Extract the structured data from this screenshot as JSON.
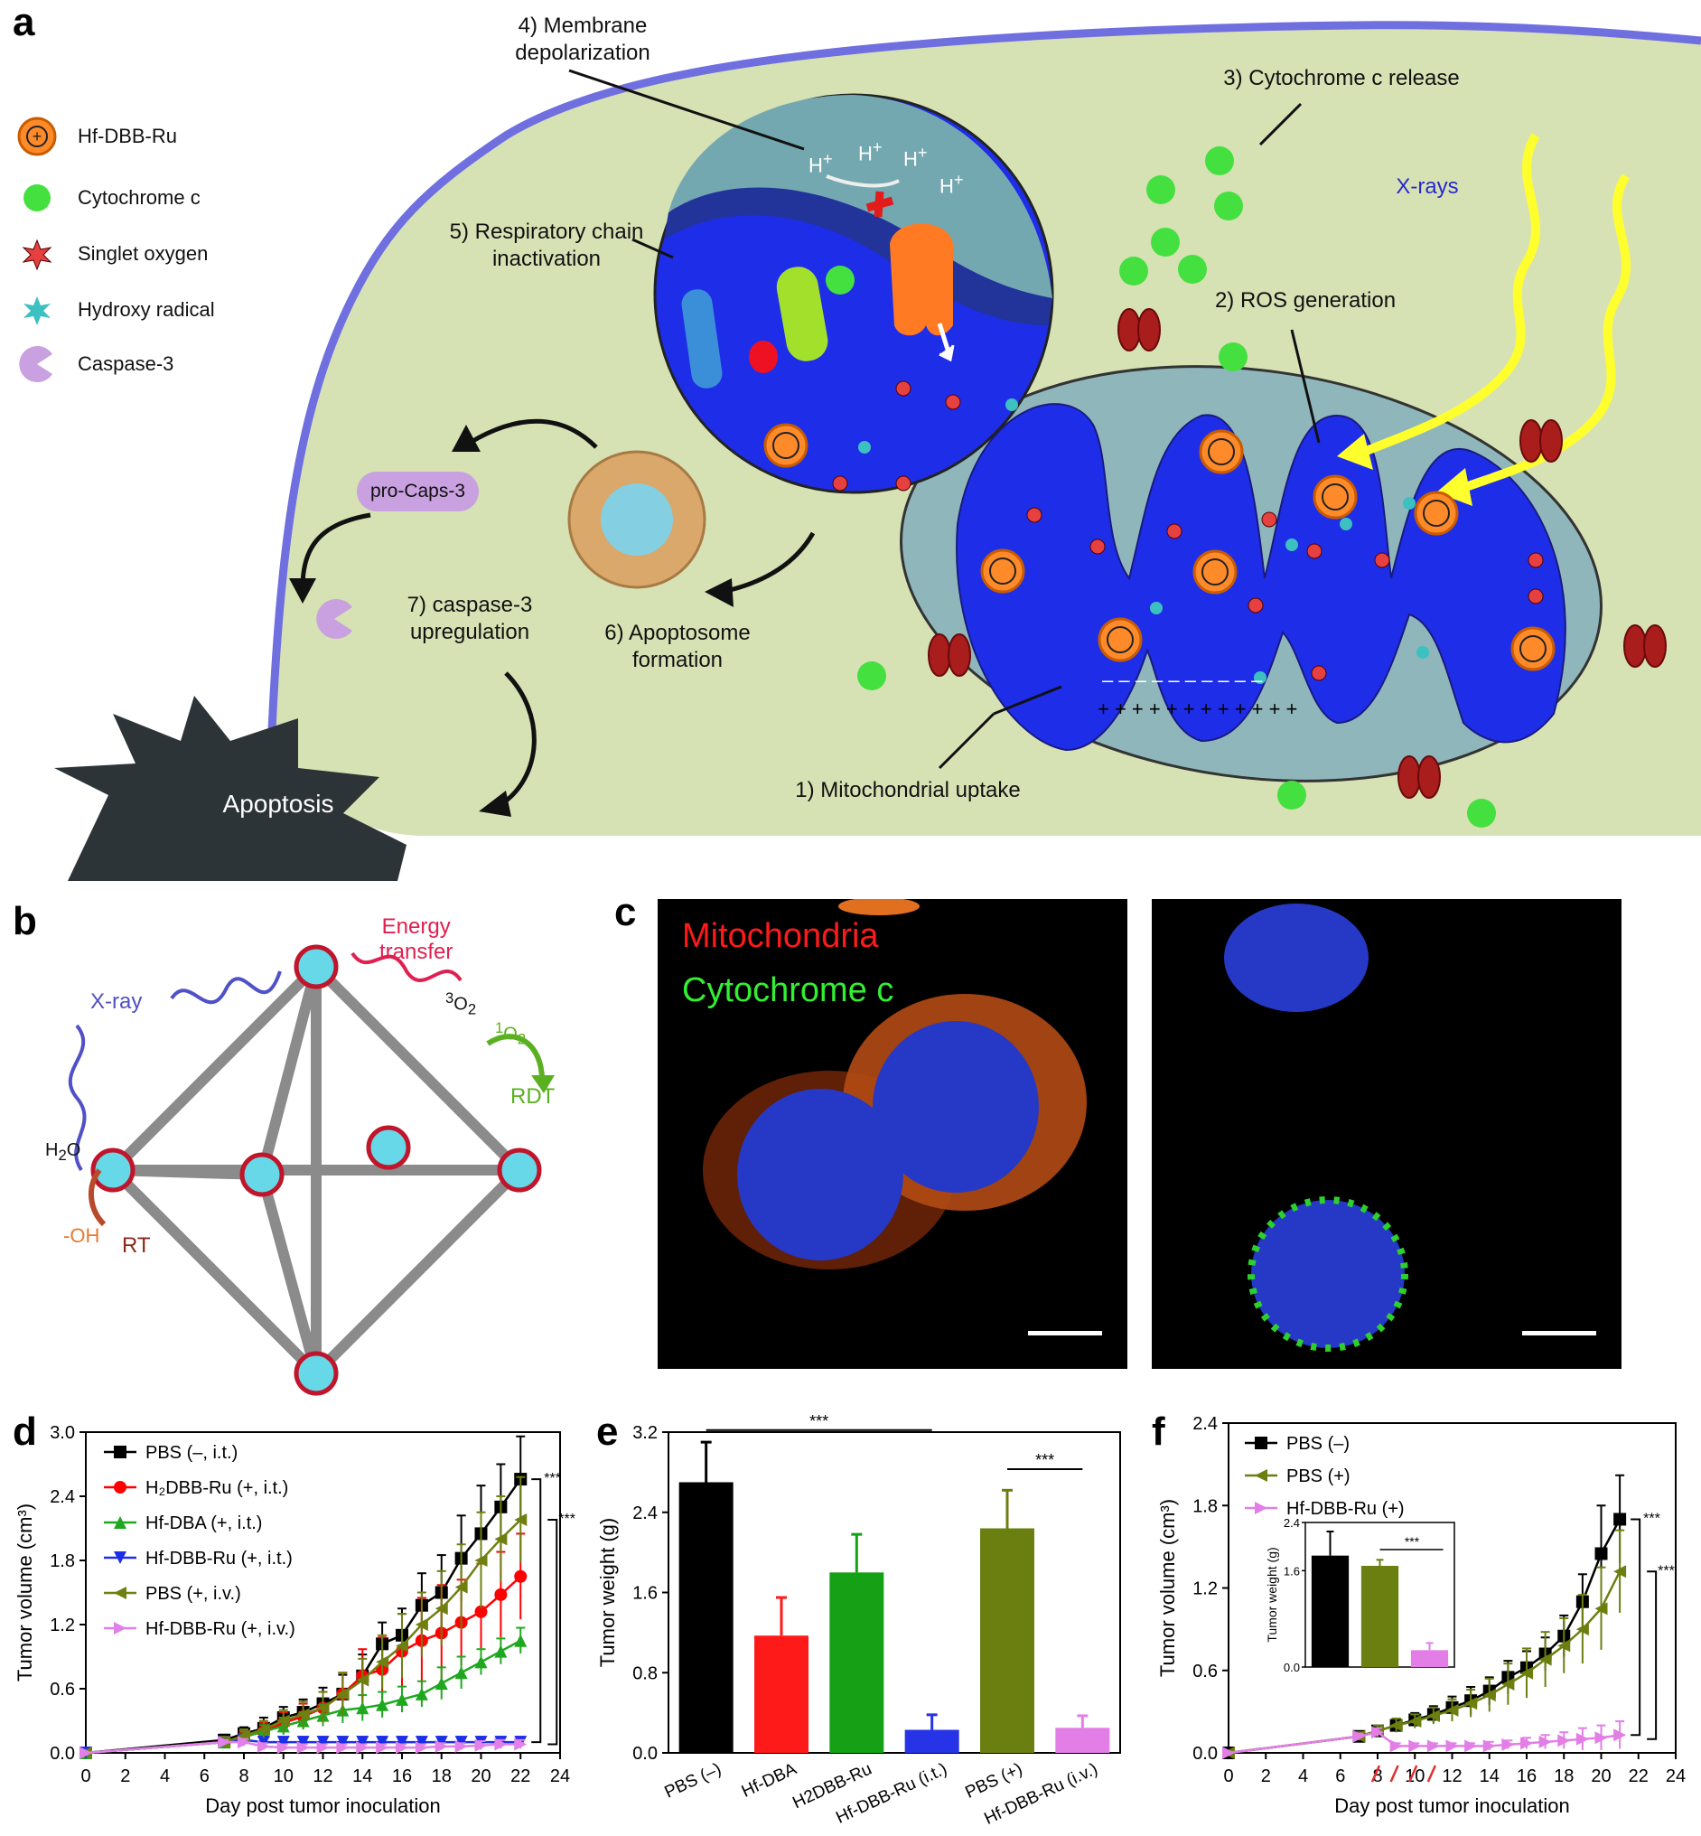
{
  "panel_a": {
    "letter": "a",
    "legend": [
      {
        "icon": "hf-dbb-ru-icon",
        "label": "Hf-DBB-Ru"
      },
      {
        "icon": "cytochrome-c-icon",
        "label": "Cytochrome c"
      },
      {
        "icon": "singlet-oxygen-icon",
        "label": "Singlet oxygen"
      },
      {
        "icon": "hydroxy-radical-icon",
        "label": "Hydroxy radical"
      },
      {
        "icon": "caspase-3-icon",
        "label": "Caspase-3"
      }
    ],
    "steps": {
      "s4_line1": "4) Membrane",
      "s4_line2": "depolarization",
      "s3": "3) Cytochrome c release",
      "xrays": "X-rays",
      "s5_line1": "5) Respiratory chain",
      "s5_line2": "inactivation",
      "s2": "2) ROS generation",
      "pro_caps": "pro-Caps-3",
      "s7_line1": "7) caspase-3",
      "s7_line2": "upregulation",
      "s6_line1": "6) Apoptosome",
      "s6_line2": "formation",
      "s1": "1) Mitochondrial uptake",
      "apoptosis": "Apoptosis",
      "h_plus": "H",
      "h_sup": "+"
    },
    "colors": {
      "cell": "#d6e2b4",
      "membrane": "#6f6fe0",
      "matrix": "#1e2ee8",
      "outer_mito": "#8fb7bb",
      "xray": "#ffff2e",
      "cytc": "#44e040"
    }
  },
  "panel_b": {
    "letter": "b",
    "xray": "X-ray",
    "energy_line1": "Energy",
    "energy_line2": "transfer",
    "o2_triplet": "O",
    "o2_triplet_pre": "3",
    "o2_triplet_sub": "2",
    "o2_singlet": "O",
    "o2_singlet_pre": "1",
    "o2_singlet_sub": "2",
    "rdt": "RDT",
    "h2o": "H",
    "h2o_sub": "2",
    "h2o_end": "O",
    "oh": "-OH",
    "rt": "RT"
  },
  "panel_c": {
    "letter": "c",
    "mito_label": "Mitochondria",
    "cytc_label": "Cytochrome c"
  },
  "chart_data": [
    {
      "panel": "d",
      "type": "line",
      "xlabel": "Day post tumor inoculation",
      "ylabel": "Tumor volume (cm³)",
      "xlim": [
        0,
        24
      ],
      "ylim": [
        0,
        3.0
      ],
      "xticks": [
        0,
        2,
        4,
        6,
        8,
        10,
        12,
        14,
        16,
        18,
        20,
        22,
        24
      ],
      "yticks": [
        0.0,
        0.6,
        1.2,
        1.8,
        2.4,
        3.0
      ],
      "x": [
        0,
        7,
        8,
        9,
        10,
        11,
        12,
        13,
        14,
        15,
        16,
        17,
        18,
        19,
        20,
        21,
        22
      ],
      "series": [
        {
          "name": "PBS (–, i.t.)",
          "color": "#000000",
          "marker": "square",
          "values": [
            0,
            0.12,
            0.18,
            0.23,
            0.33,
            0.38,
            0.46,
            0.55,
            0.72,
            1.02,
            1.1,
            1.38,
            1.5,
            1.82,
            2.05,
            2.3,
            2.56
          ],
          "errors": [
            0,
            0.05,
            0.06,
            0.1,
            0.1,
            0.12,
            0.15,
            0.18,
            0.2,
            0.2,
            0.25,
            0.3,
            0.35,
            0.4,
            0.45,
            0.4,
            0.4
          ]
        },
        {
          "name": "H₂DBB-Ru (+, i.t.)",
          "color": "#ff0000",
          "marker": "circle",
          "values": [
            0,
            0.1,
            0.15,
            0.2,
            0.28,
            0.34,
            0.42,
            0.55,
            0.72,
            0.78,
            0.95,
            1.05,
            1.12,
            1.22,
            1.32,
            1.48,
            1.65
          ],
          "errors": [
            0,
            0.05,
            0.06,
            0.08,
            0.1,
            0.12,
            0.15,
            0.2,
            0.25,
            0.3,
            0.35,
            0.4,
            0.45,
            0.4,
            0.45,
            0.4,
            0.4
          ]
        },
        {
          "name": "Hf-DBA (+, i.t.)",
          "color": "#1fa81f",
          "marker": "triangle",
          "values": [
            0,
            0.1,
            0.15,
            0.2,
            0.25,
            0.3,
            0.35,
            0.4,
            0.42,
            0.45,
            0.5,
            0.55,
            0.65,
            0.75,
            0.85,
            0.95,
            1.05
          ],
          "errors": [
            0,
            0.03,
            0.05,
            0.06,
            0.08,
            0.08,
            0.1,
            0.12,
            0.12,
            0.12,
            0.12,
            0.12,
            0.15,
            0.15,
            0.12,
            0.12,
            0.12
          ]
        },
        {
          "name": "Hf-DBB-Ru (+, i.t.)",
          "color": "#1c2ee8",
          "marker": "triangle-down",
          "values": [
            0,
            0.1,
            0.12,
            0.1,
            0.1,
            0.1,
            0.1,
            0.1,
            0.1,
            0.1,
            0.1,
            0.1,
            0.1,
            0.1,
            0.1,
            0.1,
            0.1
          ],
          "errors": [
            0,
            0.03,
            0.04,
            0.05,
            0.05,
            0.05,
            0.05,
            0.05,
            0.05,
            0.05,
            0.05,
            0.05,
            0.05,
            0.05,
            0.05,
            0.05,
            0.05
          ]
        },
        {
          "name": "PBS (+, i.v.)",
          "color": "#6f7f10",
          "marker": "triangle-left",
          "values": [
            0,
            0.1,
            0.16,
            0.22,
            0.3,
            0.36,
            0.42,
            0.55,
            0.68,
            0.85,
            1.0,
            1.2,
            1.35,
            1.55,
            1.8,
            2.0,
            2.18
          ],
          "errors": [
            0,
            0.05,
            0.06,
            0.08,
            0.1,
            0.12,
            0.15,
            0.2,
            0.2,
            0.25,
            0.3,
            0.3,
            0.35,
            0.4,
            0.45,
            0.4,
            0.4
          ]
        },
        {
          "name": "Hf-DBB-Ru (+, i.v.)",
          "color": "#e080e8",
          "marker": "triangle-right",
          "values": [
            0,
            0.1,
            0.1,
            0.06,
            0.05,
            0.05,
            0.05,
            0.05,
            0.05,
            0.05,
            0.05,
            0.05,
            0.06,
            0.06,
            0.07,
            0.08,
            0.08
          ],
          "errors": [
            0,
            0.02,
            0.03,
            0.03,
            0.03,
            0.03,
            0.03,
            0.03,
            0.03,
            0.03,
            0.03,
            0.03,
            0.03,
            0.03,
            0.04,
            0.04,
            0.04
          ]
        }
      ],
      "significance": [
        "***",
        "***"
      ],
      "legend_placement": "top-left"
    },
    {
      "panel": "e",
      "type": "bar",
      "ylabel": "Tumor weight (g)",
      "ylim": [
        0,
        3.2
      ],
      "yticks": [
        0.0,
        0.8,
        1.6,
        2.4,
        3.2
      ],
      "categories": [
        "PBS (–)",
        "Hf-DBA",
        "H2DBB-Ru",
        "Hf-DBB-Ru (i.t.)",
        "PBS (+)",
        "Hf-DBB-Ru (i.v.)"
      ],
      "values": [
        2.7,
        1.17,
        1.8,
        0.23,
        2.24,
        0.25
      ],
      "errors": [
        0.4,
        0.38,
        0.38,
        0.15,
        0.38,
        0.12
      ],
      "colors": [
        "#000000",
        "#ff1a1a",
        "#16a016",
        "#2633e6",
        "#6b7f10",
        "#e27ee6"
      ],
      "significance": [
        "***",
        "***"
      ]
    },
    {
      "panel": "f",
      "type": "line",
      "xlabel": "Day post tumor inoculation",
      "ylabel": "Tumor volume (cm³)",
      "xlim": [
        0,
        24
      ],
      "ylim": [
        0,
        2.4
      ],
      "xticks": [
        0,
        2,
        4,
        6,
        8,
        10,
        12,
        14,
        16,
        18,
        20,
        22,
        24
      ],
      "yticks": [
        0.0,
        0.6,
        1.2,
        1.8,
        2.4
      ],
      "x": [
        0,
        7,
        8,
        9,
        10,
        11,
        12,
        13,
        14,
        15,
        16,
        17,
        18,
        19,
        20,
        21
      ],
      "series": [
        {
          "name": "PBS (–)",
          "color": "#000000",
          "marker": "square",
          "values": [
            0,
            0.12,
            0.16,
            0.2,
            0.24,
            0.28,
            0.33,
            0.38,
            0.45,
            0.55,
            0.62,
            0.72,
            0.85,
            1.1,
            1.45,
            1.7
          ],
          "errors": [
            0,
            0.03,
            0.04,
            0.05,
            0.05,
            0.06,
            0.08,
            0.1,
            0.1,
            0.12,
            0.12,
            0.12,
            0.15,
            0.2,
            0.35,
            0.32
          ]
        },
        {
          "name": "PBS (+)",
          "color": "#6b7f10",
          "marker": "triangle-left",
          "values": [
            0,
            0.12,
            0.16,
            0.2,
            0.23,
            0.27,
            0.31,
            0.36,
            0.42,
            0.5,
            0.58,
            0.68,
            0.78,
            0.9,
            1.05,
            1.32
          ],
          "errors": [
            0,
            0.03,
            0.04,
            0.05,
            0.05,
            0.06,
            0.08,
            0.1,
            0.12,
            0.15,
            0.18,
            0.2,
            0.2,
            0.25,
            0.3,
            0.3
          ]
        },
        {
          "name": "Hf-DBB-Ru (+)",
          "color": "#e27ee6",
          "marker": "triangle-right",
          "values": [
            0,
            0.12,
            0.15,
            0.05,
            0.05,
            0.05,
            0.05,
            0.05,
            0.05,
            0.06,
            0.07,
            0.08,
            0.09,
            0.1,
            0.11,
            0.13
          ],
          "errors": [
            0,
            0.02,
            0.03,
            0.02,
            0.02,
            0.02,
            0.02,
            0.02,
            0.03,
            0.03,
            0.04,
            0.05,
            0.06,
            0.08,
            0.09,
            0.1
          ]
        }
      ],
      "significance": [
        "***",
        "***"
      ],
      "legend_placement": "top-left",
      "inset": {
        "type": "bar",
        "ylabel": "Tumor weight (g)",
        "ylim": [
          0,
          2.4
        ],
        "yticks": [
          0.0,
          1.6,
          2.4
        ],
        "values": [
          1.85,
          1.68,
          0.28
        ],
        "errors": [
          0.4,
          0.1,
          0.12
        ],
        "colors": [
          "#000000",
          "#6b7f10",
          "#e27ee6"
        ],
        "significance": "***"
      }
    }
  ]
}
